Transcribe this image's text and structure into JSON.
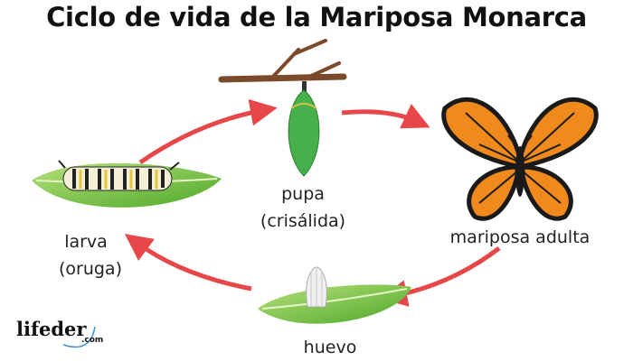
{
  "title": "Ciclo de vida de la Mariposa Monarca",
  "stages": {
    "pupa": {
      "name": "pupa",
      "detail": "(crisálida)"
    },
    "adult": {
      "name": "mariposa adulta"
    },
    "larva": {
      "name": "larva",
      "detail": "(oruga)"
    },
    "egg": {
      "name": "huevo"
    }
  },
  "logo": {
    "name": "lifeder",
    "suffix": ".com"
  },
  "colors": {
    "arrow": "#e8474a",
    "leaf": "#7cc242",
    "orange": "#f08a1c",
    "branch": "#7a4a2a"
  }
}
